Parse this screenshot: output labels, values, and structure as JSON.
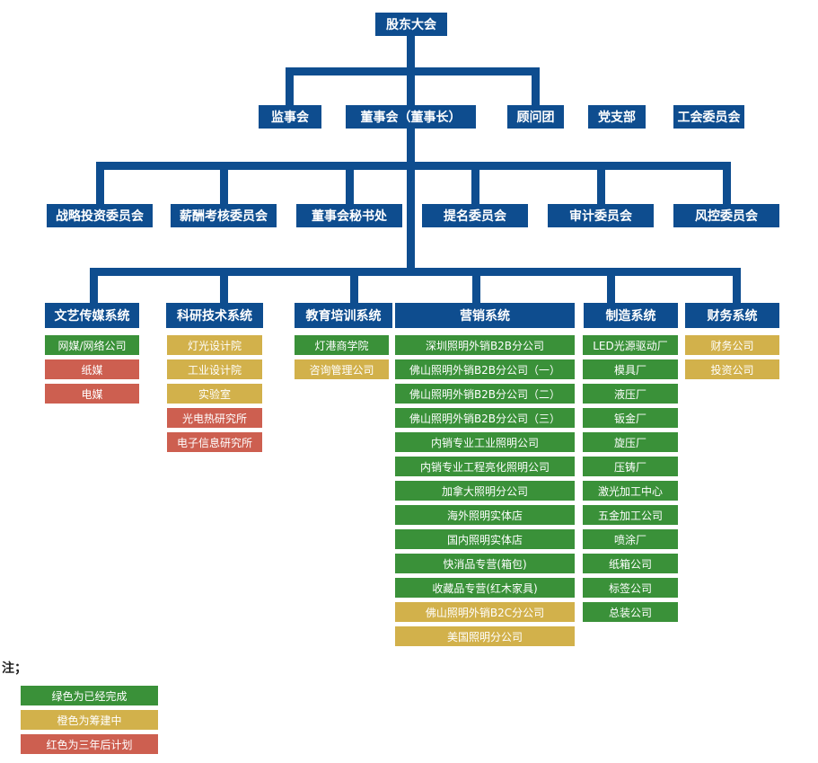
{
  "colors": {
    "blue": "#0e4d8f",
    "green": "#3a9139",
    "orange": "#d2b14b",
    "red": "#cd5f50"
  },
  "root": {
    "label": "股东大会"
  },
  "level2": [
    {
      "label": "监事会"
    },
    {
      "label": "董事会（董事长）"
    },
    {
      "label": "顾问团"
    },
    {
      "label": "党支部"
    },
    {
      "label": "工会委员会"
    }
  ],
  "level3": [
    {
      "label": "战略投资委员会"
    },
    {
      "label": "薪酬考核委员会"
    },
    {
      "label": "董事会秘书处"
    },
    {
      "label": "提名委员会"
    },
    {
      "label": "审计委员会"
    },
    {
      "label": "风控委员会"
    }
  ],
  "systems": [
    {
      "label": "文艺传媒系统",
      "items": [
        {
          "label": "网媒/网络公司",
          "status": "green"
        },
        {
          "label": "纸媒",
          "status": "red"
        },
        {
          "label": "电媒",
          "status": "red"
        }
      ]
    },
    {
      "label": "科研技术系统",
      "items": [
        {
          "label": "灯光设计院",
          "status": "orange"
        },
        {
          "label": "工业设计院",
          "status": "orange"
        },
        {
          "label": "实验室",
          "status": "orange"
        },
        {
          "label": "光电热研究所",
          "status": "red"
        },
        {
          "label": "电子信息研究所",
          "status": "red"
        }
      ]
    },
    {
      "label": "教育培训系统",
      "items": [
        {
          "label": "灯港商学院",
          "status": "green"
        },
        {
          "label": "咨询管理公司",
          "status": "orange"
        }
      ]
    },
    {
      "label": "营销系统",
      "items": [
        {
          "label": "深圳照明外销B2B分公司",
          "status": "green"
        },
        {
          "label": "佛山照明外销B2B分公司（一）",
          "status": "green"
        },
        {
          "label": "佛山照明外销B2B分公司（二）",
          "status": "green"
        },
        {
          "label": "佛山照明外销B2B分公司（三）",
          "status": "green"
        },
        {
          "label": "内销专业工业照明公司",
          "status": "green"
        },
        {
          "label": "内销专业工程亮化照明公司",
          "status": "green"
        },
        {
          "label": "加拿大照明分公司",
          "status": "green"
        },
        {
          "label": "海外照明实体店",
          "status": "green"
        },
        {
          "label": "国内照明实体店",
          "status": "green"
        },
        {
          "label": "快消品专营(箱包)",
          "status": "green"
        },
        {
          "label": "收藏品专营(红木家具)",
          "status": "green"
        },
        {
          "label": "佛山照明外销B2C分公司",
          "status": "orange"
        },
        {
          "label": "美国照明分公司",
          "status": "orange"
        }
      ]
    },
    {
      "label": "制造系统",
      "items": [
        {
          "label": "LED光源驱动厂",
          "status": "green"
        },
        {
          "label": "模具厂",
          "status": "green"
        },
        {
          "label": "液压厂",
          "status": "green"
        },
        {
          "label": "钣金厂",
          "status": "green"
        },
        {
          "label": "旋压厂",
          "status": "green"
        },
        {
          "label": "压铸厂",
          "status": "green"
        },
        {
          "label": "激光加工中心",
          "status": "green"
        },
        {
          "label": "五金加工公司",
          "status": "green"
        },
        {
          "label": "喷涂厂",
          "status": "green"
        },
        {
          "label": "纸箱公司",
          "status": "green"
        },
        {
          "label": "标签公司",
          "status": "green"
        },
        {
          "label": "总装公司",
          "status": "green"
        }
      ]
    },
    {
      "label": "财务系统",
      "items": [
        {
          "label": "财务公司",
          "status": "orange"
        },
        {
          "label": "投资公司",
          "status": "orange"
        }
      ]
    }
  ],
  "legend": {
    "note_label": "注；",
    "items": [
      {
        "label": "绿色为已经完成",
        "status": "green"
      },
      {
        "label": "橙色为筹建中",
        "status": "orange"
      },
      {
        "label": "红色为三年后计划",
        "status": "red"
      }
    ]
  }
}
